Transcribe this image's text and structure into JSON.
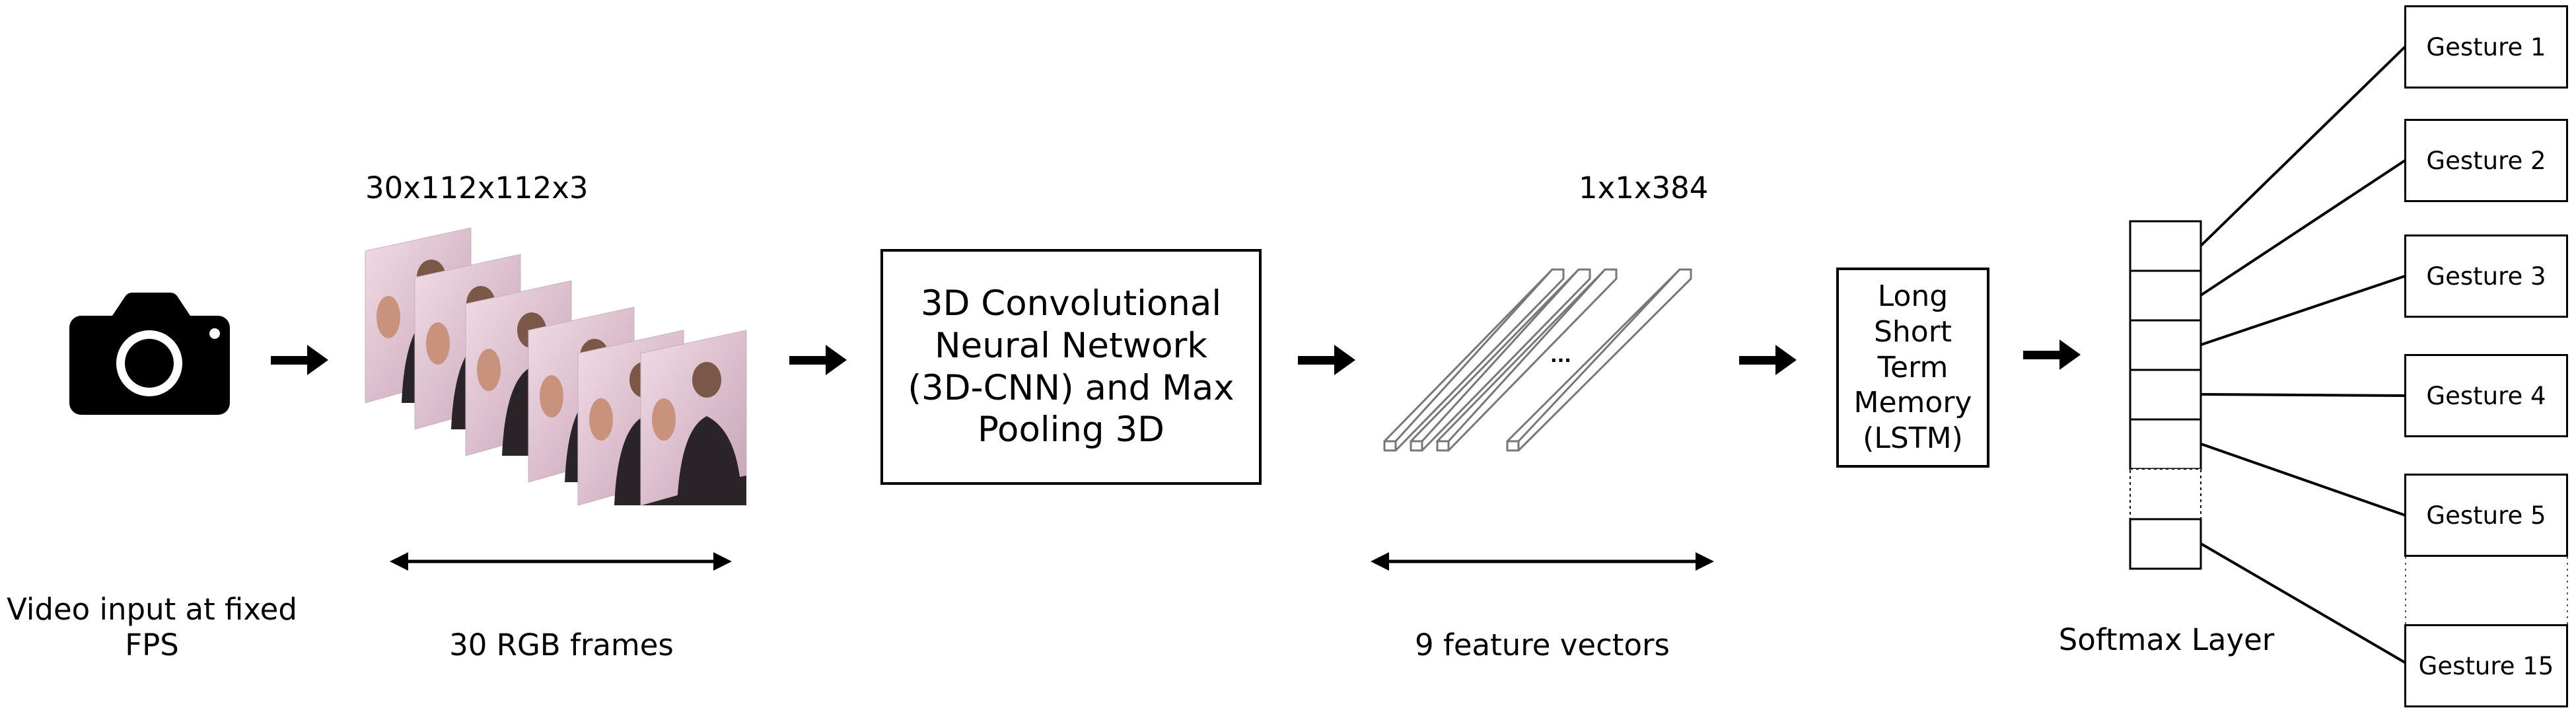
{
  "input": {
    "caption_line1": "Video input at fixed",
    "caption_line2": "FPS",
    "icon": "camera-icon"
  },
  "frames": {
    "dims": "30x112x112x3",
    "caption": "30 RGB frames"
  },
  "cnn": {
    "line1": "3D Convolutional",
    "line2": "Neural Network",
    "line3": "(3D-CNN) and Max",
    "line4": "Pooling 3D"
  },
  "features": {
    "dims": "1x1x384",
    "ellipsis": "...",
    "caption": "9 feature vectors"
  },
  "lstm": {
    "line1": "Long",
    "line2": "Short",
    "line3": "Term",
    "line4": "Memory",
    "line5": "(LSTM)"
  },
  "softmax": {
    "caption": "Softmax Layer"
  },
  "gestures": [
    "Gesture 1",
    "Gesture 2",
    "Gesture 3",
    "Gesture 4",
    "Gesture 5",
    "Gesture 15"
  ]
}
